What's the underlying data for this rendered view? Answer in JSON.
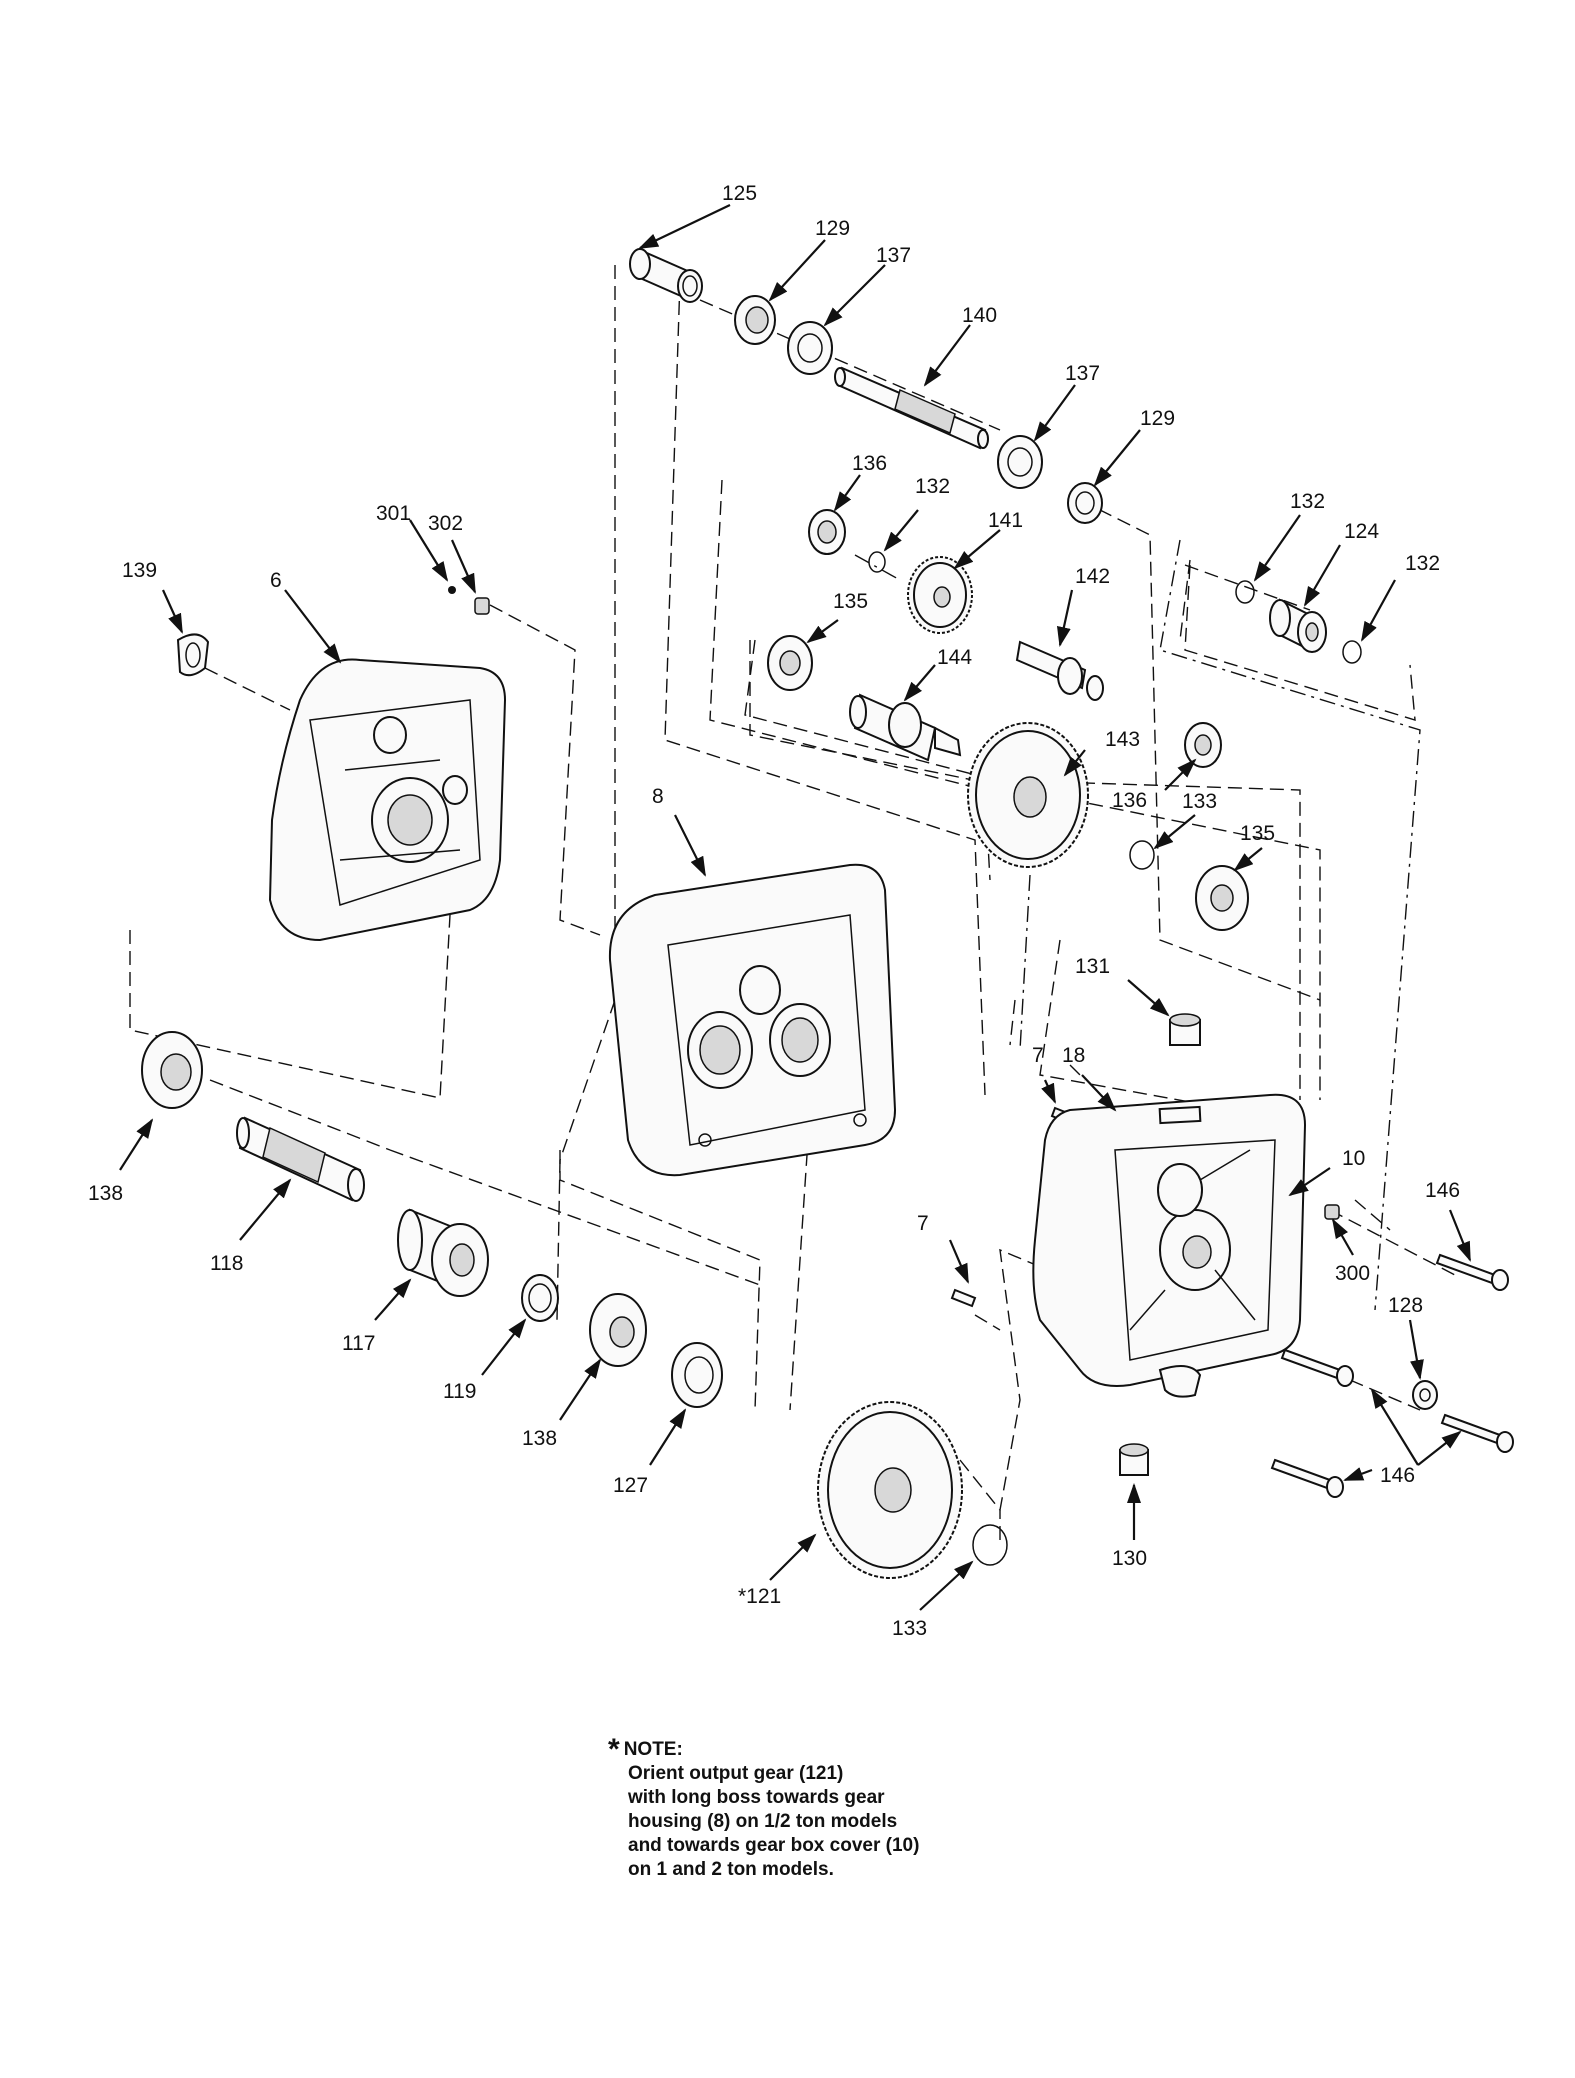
{
  "callouts": [
    {
      "id": "125",
      "text": "125"
    },
    {
      "id": "129a",
      "text": "129"
    },
    {
      "id": "137a",
      "text": "137"
    },
    {
      "id": "140",
      "text": "140"
    },
    {
      "id": "137b",
      "text": "137"
    },
    {
      "id": "129b",
      "text": "129"
    },
    {
      "id": "136a",
      "text": "136"
    },
    {
      "id": "132a",
      "text": "132"
    },
    {
      "id": "141",
      "text": "141"
    },
    {
      "id": "132b",
      "text": "132"
    },
    {
      "id": "124",
      "text": "124"
    },
    {
      "id": "132c",
      "text": "132"
    },
    {
      "id": "301",
      "text": "301"
    },
    {
      "id": "302",
      "text": "302"
    },
    {
      "id": "139",
      "text": "139"
    },
    {
      "id": "6",
      "text": "6"
    },
    {
      "id": "135a",
      "text": "135"
    },
    {
      "id": "142",
      "text": "142"
    },
    {
      "id": "144",
      "text": "144"
    },
    {
      "id": "143",
      "text": "143"
    },
    {
      "id": "136b",
      "text": "136"
    },
    {
      "id": "133a",
      "text": "133"
    },
    {
      "id": "135b",
      "text": "135"
    },
    {
      "id": "8",
      "text": "8"
    },
    {
      "id": "131",
      "text": "131"
    },
    {
      "id": "7a",
      "text": "7"
    },
    {
      "id": "18",
      "text": "18"
    },
    {
      "id": "10",
      "text": "10"
    },
    {
      "id": "138a",
      "text": "138"
    },
    {
      "id": "146a",
      "text": "146"
    },
    {
      "id": "118",
      "text": "118"
    },
    {
      "id": "300",
      "text": "300"
    },
    {
      "id": "7b",
      "text": "7"
    },
    {
      "id": "128",
      "text": "128"
    },
    {
      "id": "117",
      "text": "117"
    },
    {
      "id": "119",
      "text": "119"
    },
    {
      "id": "138b",
      "text": "138"
    },
    {
      "id": "127",
      "text": "127"
    },
    {
      "id": "146b",
      "text": "146"
    },
    {
      "id": "130",
      "text": "130"
    },
    {
      "id": "121",
      "text": "*121"
    },
    {
      "id": "133b",
      "text": "133"
    }
  ],
  "note": {
    "marker": "*",
    "heading": "NOTE:",
    "lines": [
      "Orient output gear (121)",
      "with long boss towards gear",
      "housing (8) on 1/2 ton models",
      "and towards gear box cover (10)",
      "on 1 and 2 ton models."
    ]
  }
}
